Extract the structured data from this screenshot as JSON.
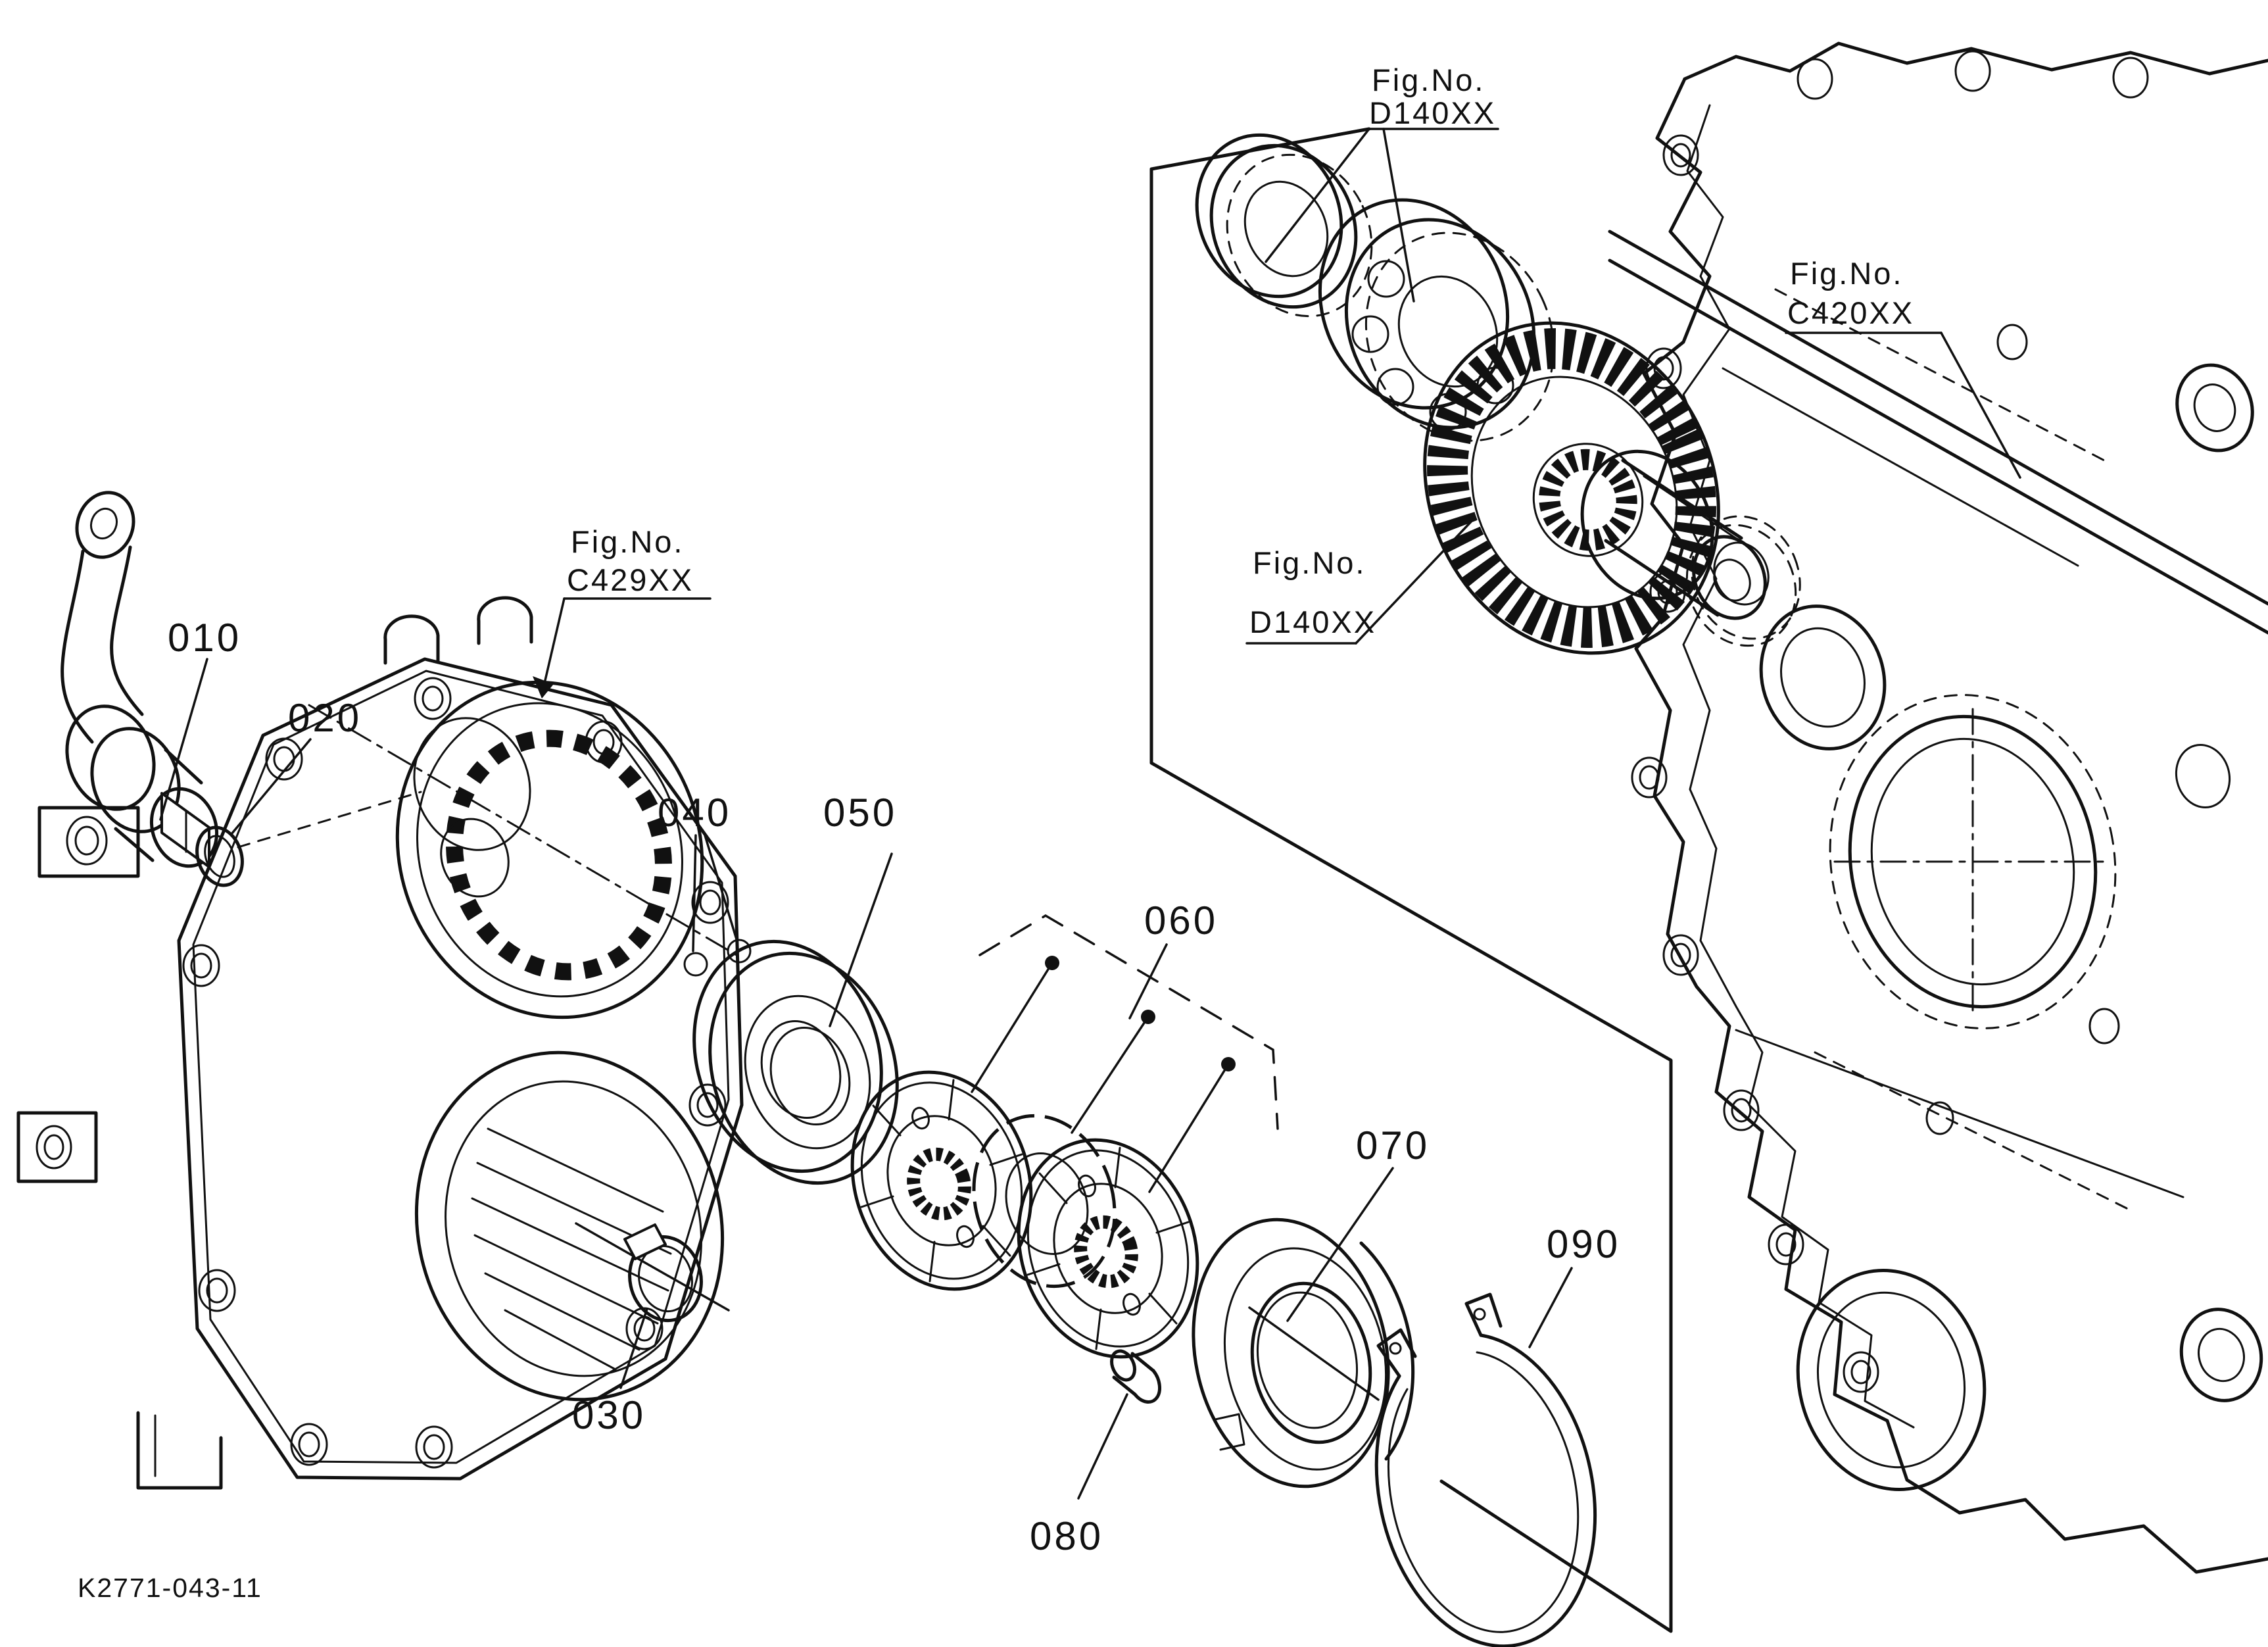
{
  "colors": {
    "line": "#111111",
    "background": "#ffffff"
  },
  "figure_refs": {
    "top_bearing": {
      "line1": "Fig.No.",
      "line2": "D140XX"
    },
    "case": {
      "line1": "Fig.No.",
      "line2": "C420XX"
    },
    "bevel_gear": {
      "line1": "Fig.No.",
      "line2": "D140XX"
    },
    "cover": {
      "line1": "Fig.No.",
      "line2": "C429XX"
    }
  },
  "parts": {
    "p010": "010",
    "p020": "020",
    "p030": "030",
    "p040": "040",
    "p050": "050",
    "p060": "060",
    "p070": "070",
    "p080": "080",
    "p090": "090"
  },
  "drawing_code": "K2771-043-11"
}
